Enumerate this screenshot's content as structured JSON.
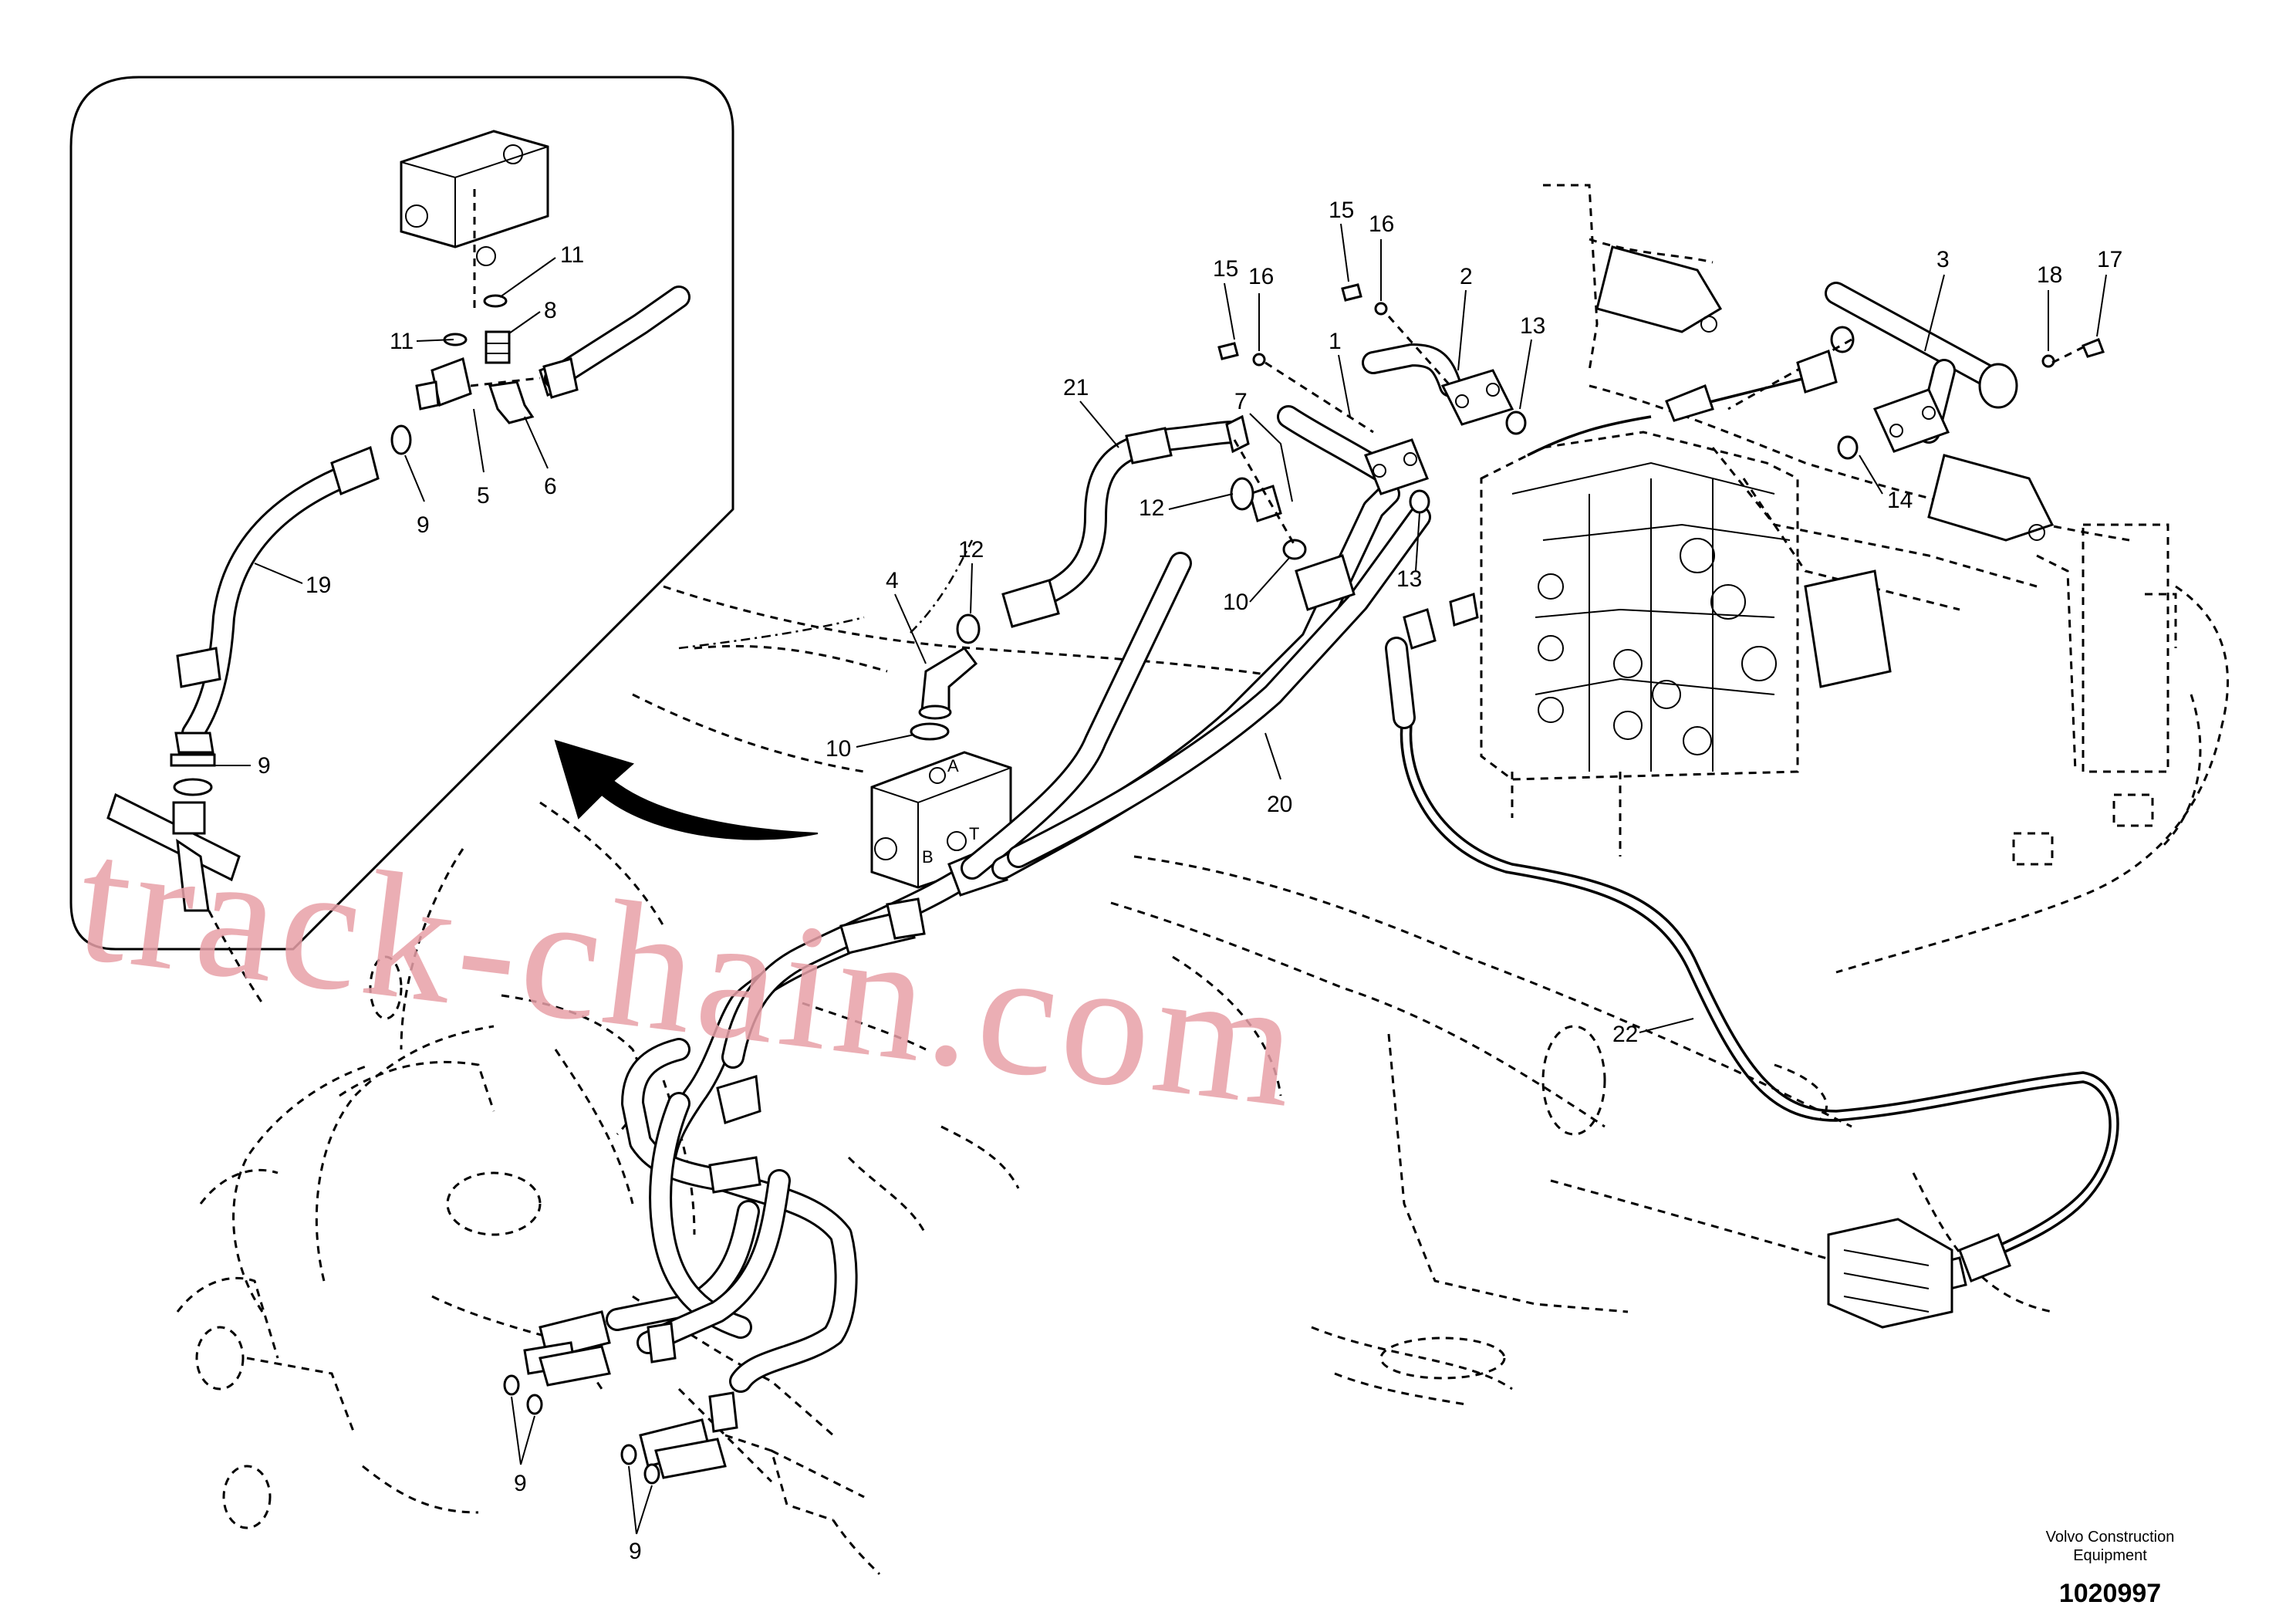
{
  "diagram": {
    "callouts": [
      {
        "id": "c11a",
        "label": "11"
      },
      {
        "id": "c11b",
        "label": "11"
      },
      {
        "id": "c8",
        "label": "8"
      },
      {
        "id": "c5",
        "label": "5"
      },
      {
        "id": "c6",
        "label": "6"
      },
      {
        "id": "c9a",
        "label": "9"
      },
      {
        "id": "c19",
        "label": "19"
      },
      {
        "id": "c9b",
        "label": "9"
      },
      {
        "id": "c15a",
        "label": "15"
      },
      {
        "id": "c16a",
        "label": "16"
      },
      {
        "id": "c15b",
        "label": "15"
      },
      {
        "id": "c16b",
        "label": "16"
      },
      {
        "id": "c2",
        "label": "2"
      },
      {
        "id": "c1",
        "label": "1"
      },
      {
        "id": "c13a",
        "label": "13"
      },
      {
        "id": "c3",
        "label": "3"
      },
      {
        "id": "c18",
        "label": "18"
      },
      {
        "id": "c17",
        "label": "17"
      },
      {
        "id": "c14",
        "label": "14"
      },
      {
        "id": "c21",
        "label": "21"
      },
      {
        "id": "c7",
        "label": "7"
      },
      {
        "id": "c12a",
        "label": "12"
      },
      {
        "id": "c12b",
        "label": "12"
      },
      {
        "id": "c4",
        "label": "4"
      },
      {
        "id": "c10a",
        "label": "10"
      },
      {
        "id": "c10b",
        "label": "10"
      },
      {
        "id": "c13b",
        "label": "13"
      },
      {
        "id": "c20",
        "label": "20"
      },
      {
        "id": "c22",
        "label": "22"
      },
      {
        "id": "c9c",
        "label": "9"
      },
      {
        "id": "c9d",
        "label": "9"
      }
    ],
    "ports": {
      "a": "A",
      "b": "B",
      "t": "T"
    }
  },
  "footer": {
    "brand_line1": "Volvo Construction",
    "brand_line2": "Equipment",
    "doc_number": "1020997"
  },
  "watermark": "track-chain.com"
}
